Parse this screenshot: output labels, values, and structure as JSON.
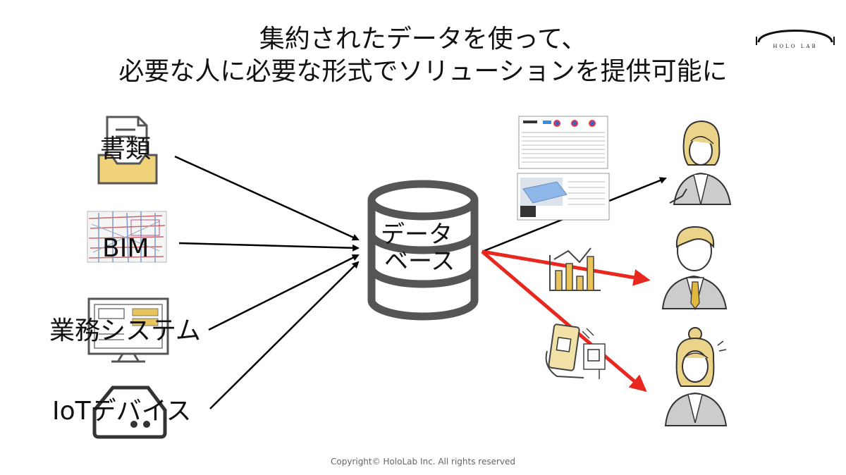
{
  "title": {
    "line1": "集約されたデータを使って、",
    "line2": "必要な人に必要な形式でソリューションを提供可能に"
  },
  "logo": {
    "text": "HOLO LAB"
  },
  "sources": {
    "documents": "書類",
    "bim": "BIM",
    "business_system": "業務システム",
    "iot": "IoTデバイス"
  },
  "database": {
    "line1": "データ",
    "line2": "ベース"
  },
  "footer": "Copyright© HoloLab Inc. All rights reserved",
  "colors": {
    "arrow_black": "#000000",
    "arrow_red": "#e8281e",
    "db_gray": "#555555",
    "accent_gold": "#e8c45a"
  },
  "icons": [
    "document-tray-icon",
    "bim-model-icon",
    "computer-monitor-icon",
    "iot-device-icon",
    "database-icon",
    "dashboard-screenshot-icon",
    "3d-viewer-screenshot-icon",
    "bar-chart-icon",
    "smartphone-qr-icon",
    "thinking-woman-icon",
    "businessman-icon",
    "worried-woman-icon"
  ]
}
